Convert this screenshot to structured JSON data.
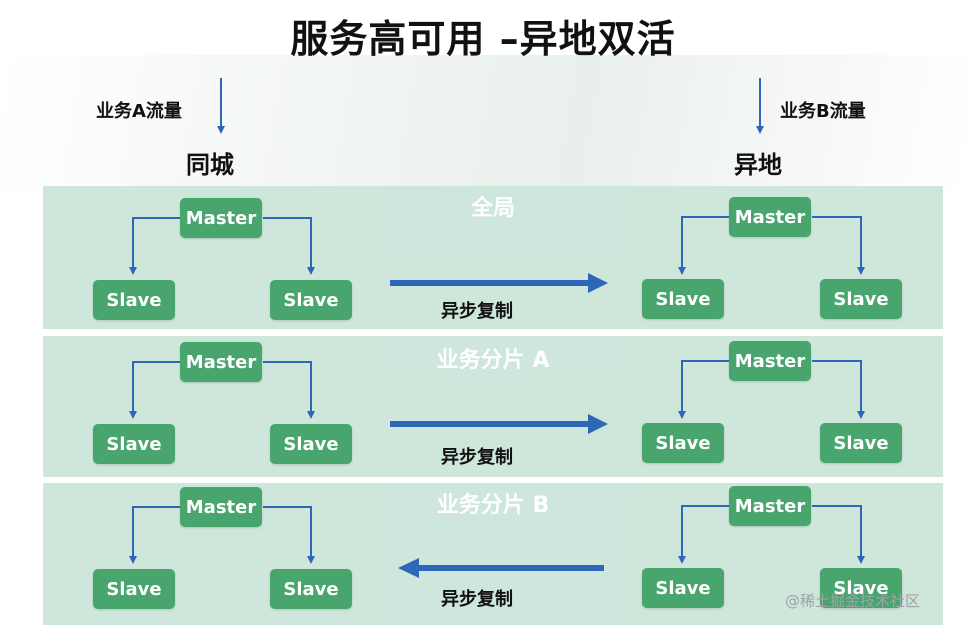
{
  "title": "服务高可用 –异地双活",
  "traffic": {
    "a": "业务A流量",
    "b": "业务B流量"
  },
  "sites": {
    "local": "同城",
    "remote": "异地"
  },
  "bands": [
    {
      "label": "全局",
      "replication": "异步复制",
      "direction": "left-to-right"
    },
    {
      "label": "业务分片 A",
      "replication": "异步复制",
      "direction": "left-to-right"
    },
    {
      "label": "业务分片 B",
      "replication": "异步复制",
      "direction": "right-to-left"
    }
  ],
  "nodes": {
    "master": "Master",
    "slave": "Slave"
  },
  "watermark": "@稀土掘金技术社区",
  "colors": {
    "band": "#cde6da",
    "node": "#48a56e",
    "arrow": "#2e66b8"
  }
}
